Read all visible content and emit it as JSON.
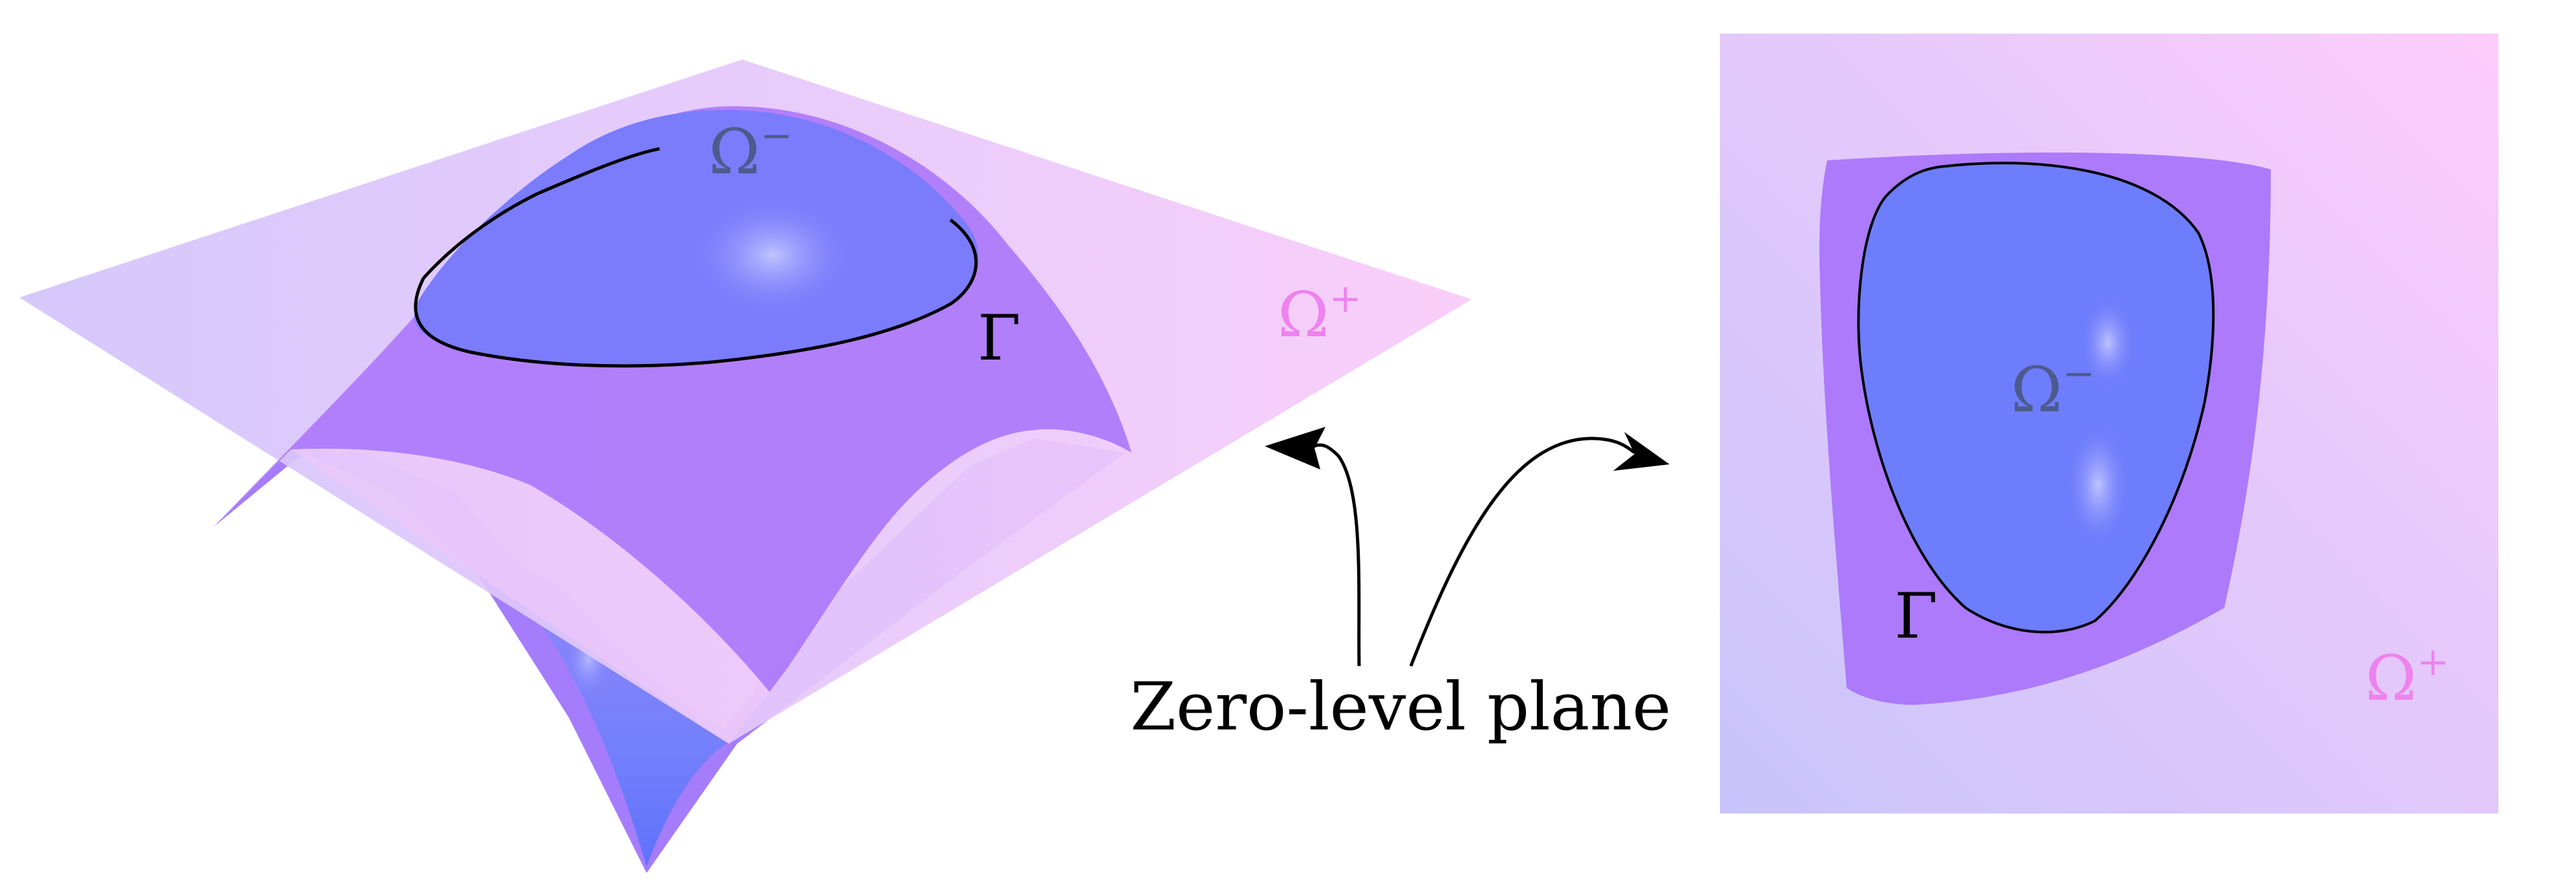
{
  "left_panel": {
    "omega_minus": "Ω",
    "omega_minus_sup": "−",
    "gamma": "Γ",
    "omega_plus": "Ω",
    "omega_plus_sup": "+"
  },
  "right_panel": {
    "omega_minus": "Ω",
    "omega_minus_sup": "−",
    "gamma": "Γ",
    "omega_plus": "Ω",
    "omega_plus_sup": "+"
  },
  "caption": "Zero-level plane",
  "colors": {
    "plane_light": "#dcc8fa",
    "plane_pink": "#f8c8f8",
    "surface_violet": "#b07cfb",
    "surface_blue": "#6e7dfc",
    "highlight": "#b9c0ff",
    "omega_minus_text": "#4c5b8d",
    "omega_plus_text": "#ee82ee",
    "ink": "#000000"
  }
}
